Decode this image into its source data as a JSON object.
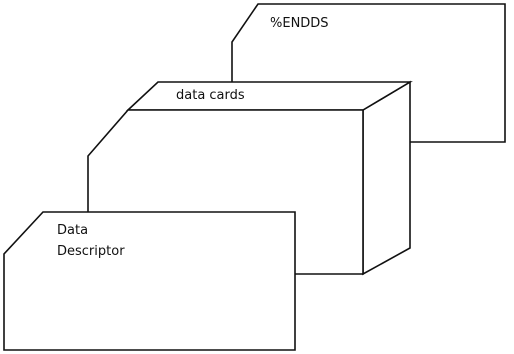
{
  "diagram": {
    "end_card_label": "%ENDDS",
    "data_deck_label": "data cards",
    "descriptor_card_label_line1": "Data",
    "descriptor_card_label_line2": "Descriptor"
  }
}
